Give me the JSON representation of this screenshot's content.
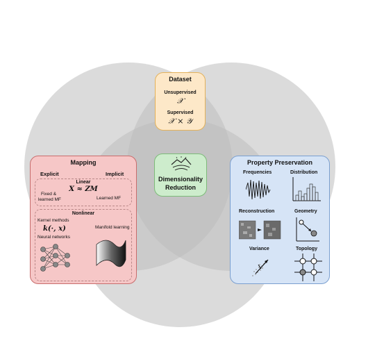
{
  "dataset": {
    "title": "Dataset",
    "unsupervised_label": "Unsupervised",
    "unsupervised_math": "𝒳",
    "supervised_label": "Supervised",
    "supervised_math": "𝒳 × 𝒴"
  },
  "center": {
    "line1": "Dimensionality",
    "line2": "Reduction"
  },
  "mapping": {
    "title": "Mapping",
    "explicit": "Explicit",
    "implicit": "Implicit",
    "linear_title": "Linear",
    "linear_math": "X ≈ ZM",
    "fixed_line1": "Fixed &",
    "fixed_line2": "learned MF",
    "learned_mf": "Learned MF",
    "nonlinear_title": "Nonlinear",
    "kernel_methods": "Kernel methods",
    "kernel_math": "k(·, x)",
    "neural_networks": "Neural networks",
    "manifold_learning": "Manifold learning"
  },
  "property": {
    "title": "Property Preservation",
    "frequencies": "Frequencies",
    "distribution": "Distribution",
    "reconstruction": "Reconstruction",
    "geometry": "Geometry",
    "variance": "Variance",
    "topology": "Topology"
  },
  "colors": {
    "circle_fill": "#bdbdbd",
    "dataset_fill": "#fde8c8",
    "center_fill": "#cdeccc",
    "mapping_fill": "#f6c7c7",
    "property_fill": "#d6e4f6"
  }
}
